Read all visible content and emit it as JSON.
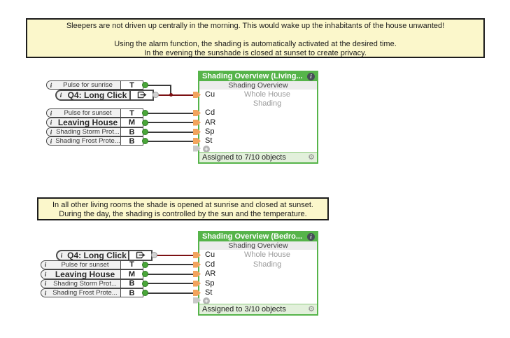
{
  "notes": [
    {
      "lines": [
        "Sleepers are not driven up centrally in the morning. This would wake up the inhabitants of the house unwanted!",
        "",
        "Using the alarm function, the shading is automatically activated at the desired time.",
        "In the evening the sunshade is closed at sunset to create privacy."
      ]
    },
    {
      "lines": [
        "In all other living rooms the shade is opened at sunrise and closed at sunset.",
        "During the day, the shading is controlled by the sun and the temperature."
      ]
    }
  ],
  "icons": {
    "info": "i",
    "gear": "⚙",
    "plus": "+",
    "q4_type": "output-arrow"
  },
  "colors": {
    "block_green": "#56b44a",
    "connector_orange": "#f2a45e",
    "wire_dark": "#3a3a3a",
    "wire_red": "#7c1113",
    "note_yellow": "#fbf7cb",
    "dot_green": "#4aa63a",
    "dot_gray": "#d2d2d2"
  },
  "groups": [
    {
      "inputs": [
        {
          "label": "Pulse for sunrise",
          "type": "T"
        },
        {
          "label": "Q4: Long Click",
          "icon": "output-arrow"
        },
        {
          "label": "Pulse for sunset",
          "type": "T"
        },
        {
          "label": "Leaving House",
          "type": "M"
        },
        {
          "label": "Shading Storm Prot...",
          "type": "B"
        },
        {
          "label": "Shading Frost Prote...",
          "type": "B"
        }
      ],
      "block": {
        "title": "Shading Overview (Living...",
        "subtitle": "Shading Overview",
        "description": [
          "Whole House",
          "Shading"
        ],
        "inputs": [
          "Cu",
          "Cd",
          "AR",
          "Sp",
          "St"
        ],
        "footer": "Assigned to 7/10 objects"
      }
    },
    {
      "inputs": [
        {
          "label": "Q4: Long Click",
          "icon": "output-arrow"
        },
        {
          "label": "Pulse for sunset",
          "type": "T"
        },
        {
          "label": "Leaving House",
          "type": "M"
        },
        {
          "label": "Shading Storm Prot...",
          "type": "B"
        },
        {
          "label": "Shading Frost Prote...",
          "type": "B"
        }
      ],
      "block": {
        "title": "Shading Overview (Bedro...",
        "subtitle": "Shading Overview",
        "description": [
          "Whole House",
          "Shading"
        ],
        "inputs": [
          "Cu",
          "Cd",
          "AR",
          "Sp",
          "St"
        ],
        "footer": "Assigned to 3/10 objects"
      }
    }
  ]
}
